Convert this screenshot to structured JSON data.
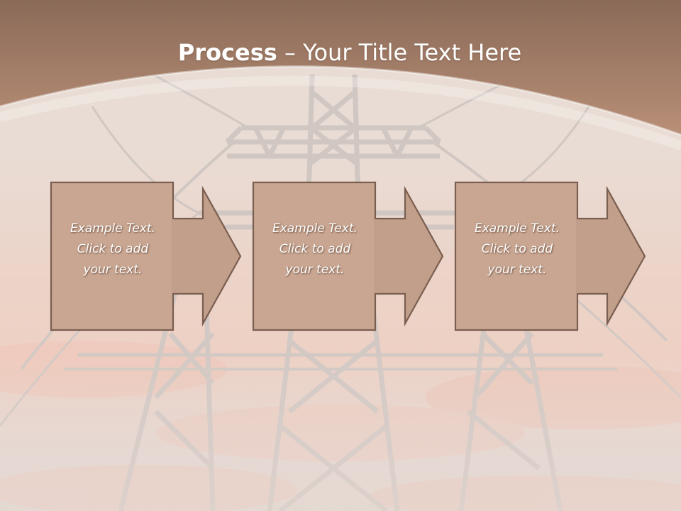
{
  "slide": {
    "title_bold": "Process",
    "title_dash": " – ",
    "title_rest": "Your Title Text Here"
  },
  "steps": [
    {
      "text": "Example Text.\nClick  to add\nyour text."
    },
    {
      "text": "Example Text.\nClick  to add\nyour text."
    },
    {
      "text": "Example Text.\nClick  to add\nyour text."
    }
  ],
  "colors": {
    "header_top": "#8a6a58",
    "header_bottom": "#b98f77",
    "box_fill": "#c9a692",
    "box_border": "#7a5e50",
    "arrow_fill": "#c29f8a",
    "text": "#ffffff"
  },
  "icons": [
    "pylon-silhouette",
    "right-arrow"
  ]
}
